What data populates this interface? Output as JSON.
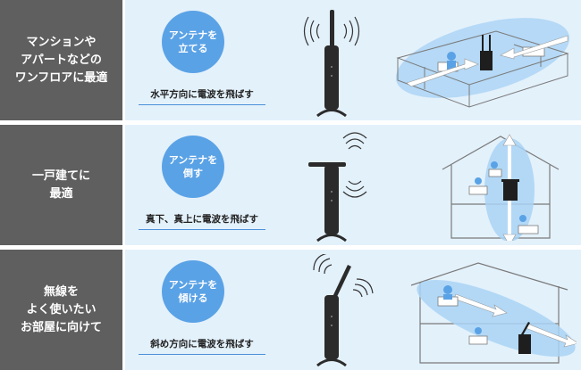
{
  "rows": [
    {
      "label": "マンションや\nアパートなどの\nワンフロアに最適",
      "bubble": "アンテナを\n立てる",
      "caption": "水平方向に電波を飛ばす"
    },
    {
      "label": "一戸建てに\n最適",
      "bubble": "アンテナを\n倒す",
      "caption": "真下、真上に電波を飛ばす"
    },
    {
      "label": "無線を\nよく使いたい\nお部屋に向けて",
      "bubble": "アンテナを\n傾ける",
      "caption": "斜め方向に電波を飛ばす"
    }
  ],
  "colors": {
    "label_bg": "#5f5f5f",
    "content_bg": "#e3f1fb",
    "accent": "#5aa2e6",
    "router": "#2b2b2b"
  }
}
